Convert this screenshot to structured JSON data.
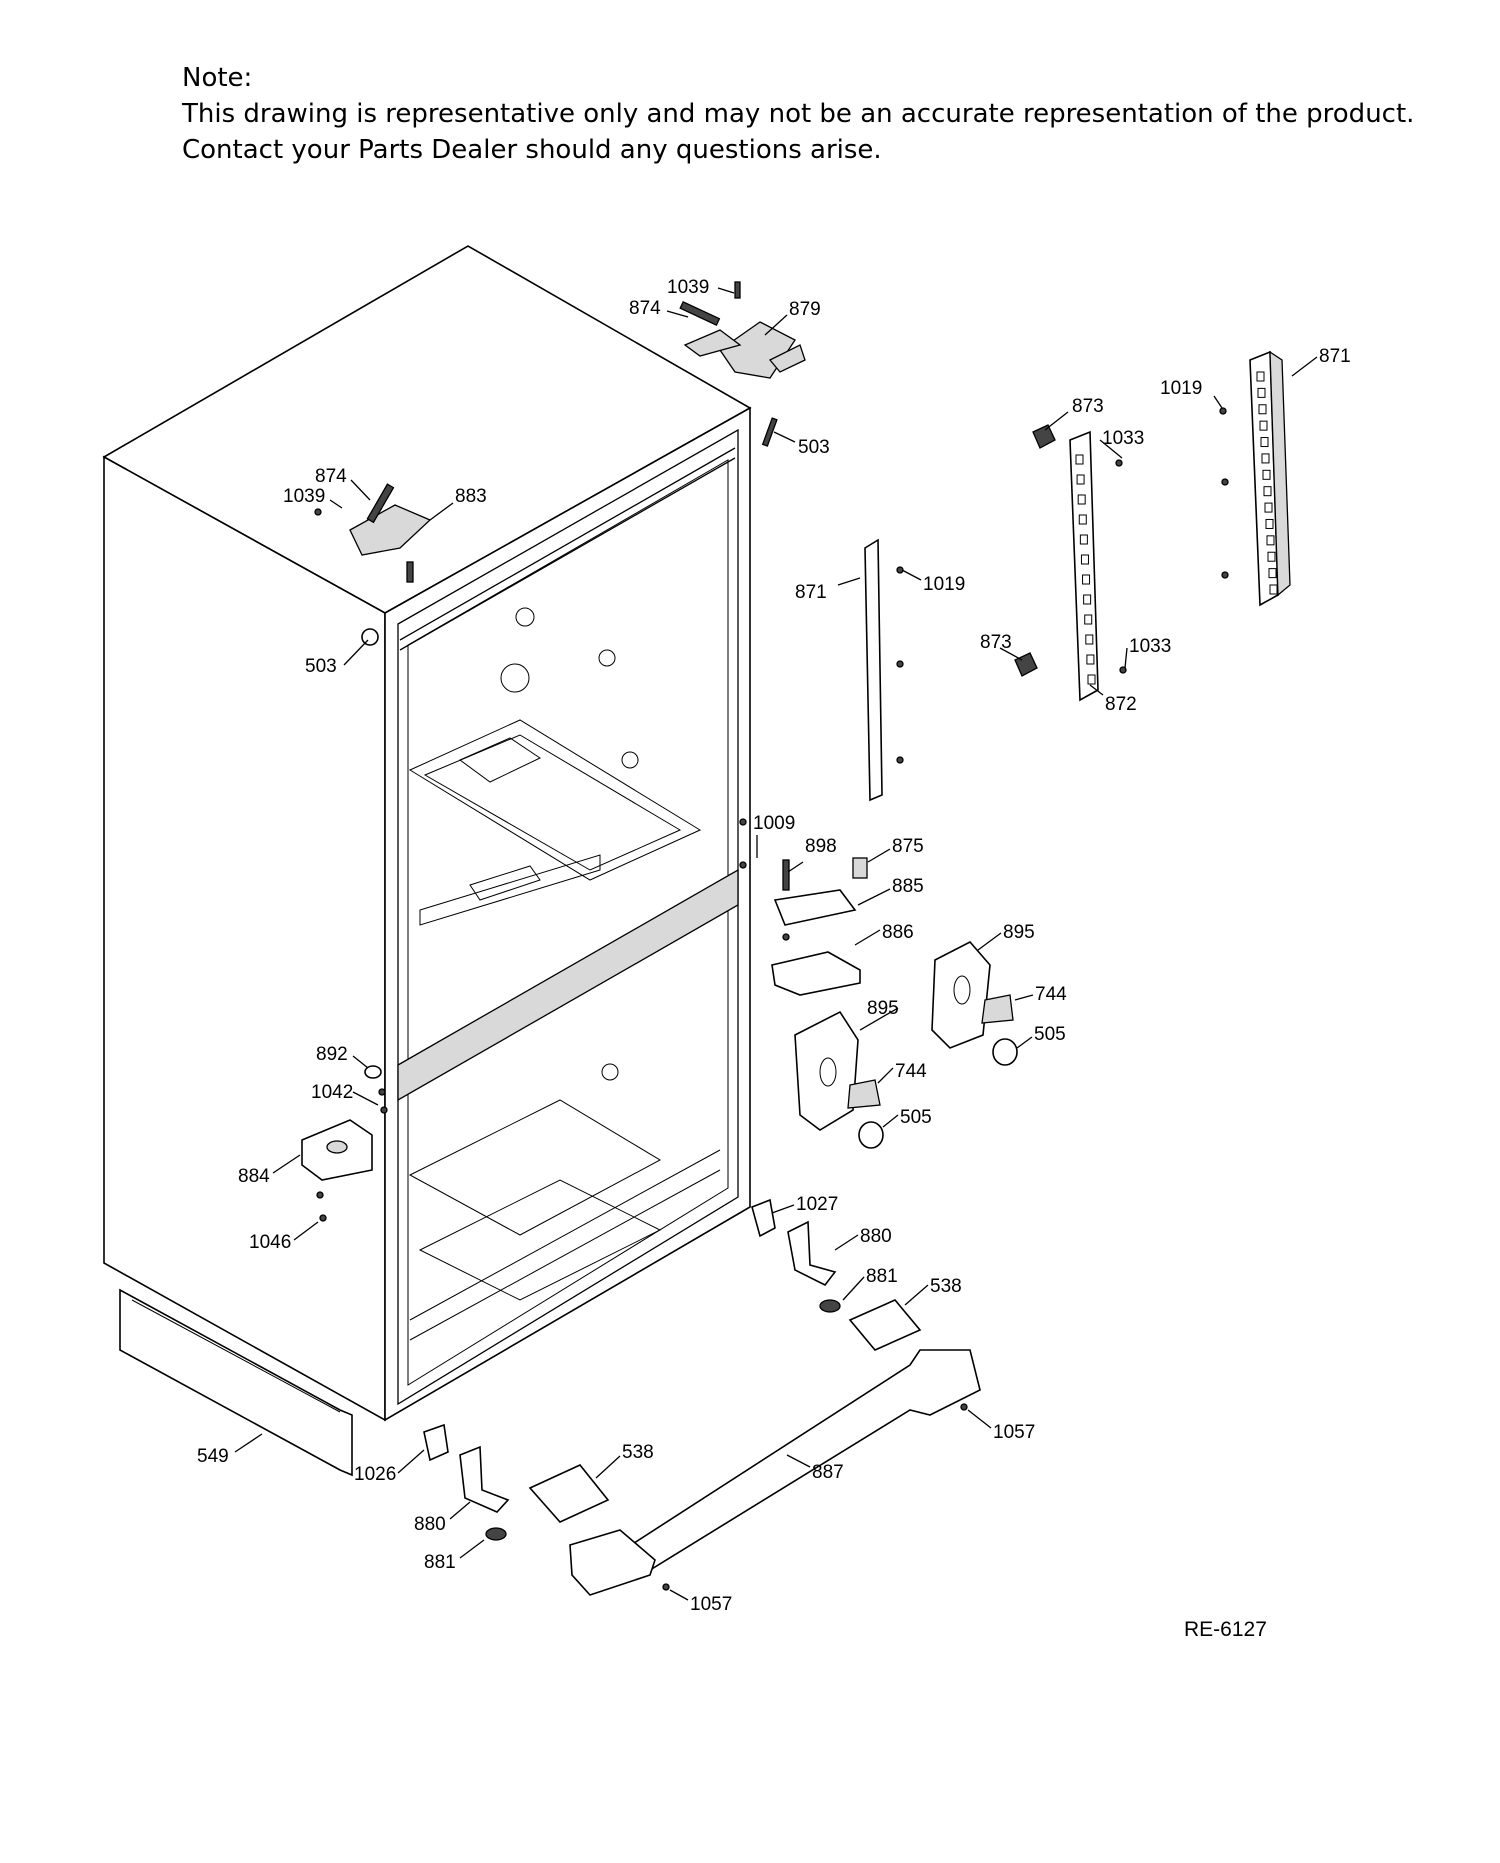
{
  "note": {
    "heading": "Note:",
    "line1": "This drawing is representative only and may not be an accurate representation of the product.",
    "line2": "Contact your Parts Dealer should any questions arise."
  },
  "drawing_code": "RE-6127",
  "callouts": [
    {
      "id": "c1039a",
      "label": "1039"
    },
    {
      "id": "c874a",
      "label": "874"
    },
    {
      "id": "c879",
      "label": "879"
    },
    {
      "id": "c871a",
      "label": "871"
    },
    {
      "id": "c1019a",
      "label": "1019"
    },
    {
      "id": "c873a",
      "label": "873"
    },
    {
      "id": "c1033a",
      "label": "1033"
    },
    {
      "id": "c503a",
      "label": "503"
    },
    {
      "id": "c874b",
      "label": "874"
    },
    {
      "id": "c1039b",
      "label": "1039"
    },
    {
      "id": "c883",
      "label": "883"
    },
    {
      "id": "c871b",
      "label": "871"
    },
    {
      "id": "c1019b",
      "label": "1019"
    },
    {
      "id": "c503b",
      "label": "503"
    },
    {
      "id": "c873b",
      "label": "873"
    },
    {
      "id": "c1033b",
      "label": "1033"
    },
    {
      "id": "c872",
      "label": "872"
    },
    {
      "id": "c1009",
      "label": "1009"
    },
    {
      "id": "c898",
      "label": "898"
    },
    {
      "id": "c875",
      "label": "875"
    },
    {
      "id": "c885",
      "label": "885"
    },
    {
      "id": "c886",
      "label": "886"
    },
    {
      "id": "c895a",
      "label": "895"
    },
    {
      "id": "c895b",
      "label": "895"
    },
    {
      "id": "c744a",
      "label": "744"
    },
    {
      "id": "c505a",
      "label": "505"
    },
    {
      "id": "c744b",
      "label": "744"
    },
    {
      "id": "c505b",
      "label": "505"
    },
    {
      "id": "c892",
      "label": "892"
    },
    {
      "id": "c1042",
      "label": "1042"
    },
    {
      "id": "c884",
      "label": "884"
    },
    {
      "id": "c1046",
      "label": "1046"
    },
    {
      "id": "c1027",
      "label": "1027"
    },
    {
      "id": "c880a",
      "label": "880"
    },
    {
      "id": "c881a",
      "label": "881"
    },
    {
      "id": "c538a",
      "label": "538"
    },
    {
      "id": "c1057a",
      "label": "1057"
    },
    {
      "id": "c549",
      "label": "549"
    },
    {
      "id": "c1026",
      "label": "1026"
    },
    {
      "id": "c538b",
      "label": "538"
    },
    {
      "id": "c887",
      "label": "887"
    },
    {
      "id": "c880b",
      "label": "880"
    },
    {
      "id": "c881b",
      "label": "881"
    },
    {
      "id": "c1057b",
      "label": "1057"
    }
  ]
}
